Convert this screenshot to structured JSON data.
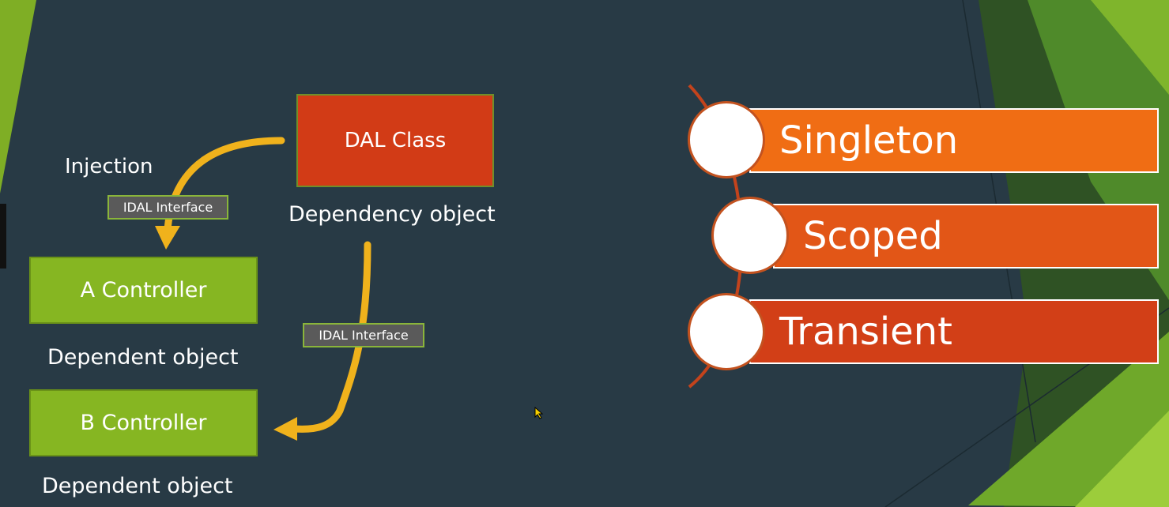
{
  "left": {
    "dal_box": {
      "label": "DAL Class",
      "caption": "Dependency object"
    },
    "injection_label": "Injection",
    "interface_tags": [
      "IDAL Interface",
      "IDAL Interface"
    ],
    "controllers": [
      {
        "label": "A Controller",
        "caption": "Dependent object"
      },
      {
        "label": "B Controller",
        "caption": "Dependent object"
      }
    ]
  },
  "lifetimes": [
    {
      "label": "Singleton",
      "color": "#f06d14"
    },
    {
      "label": "Scoped",
      "color": "#e25617"
    },
    {
      "label": "Transient",
      "color": "#d23f17"
    }
  ],
  "colors": {
    "background": "#283a45",
    "arrow": "#f0b21c",
    "controller_green": "#86b622",
    "dal_red": "#d23b16"
  }
}
